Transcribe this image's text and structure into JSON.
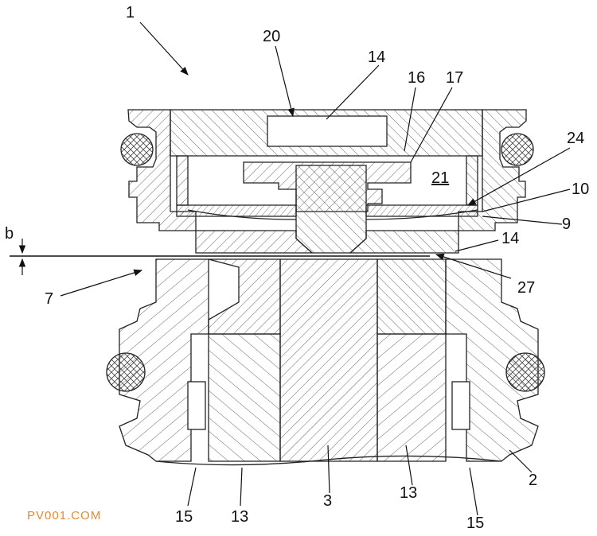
{
  "colors": {
    "line": "#222222",
    "hatch": "#555555",
    "watermark": "#e38a3a"
  },
  "labels": {
    "l1": "1",
    "l20": "20",
    "l14a": "14",
    "l16": "16",
    "l17": "17",
    "l21": "21",
    "l24": "24",
    "l10": "10",
    "l9": "9",
    "lb": "b",
    "l14b": "14",
    "l7": "7",
    "l27": "27",
    "l15a": "15",
    "l13a": "13",
    "l3": "3",
    "l13b": "13",
    "l15b": "15",
    "l2": "2"
  },
  "watermark": "PV001.COM"
}
